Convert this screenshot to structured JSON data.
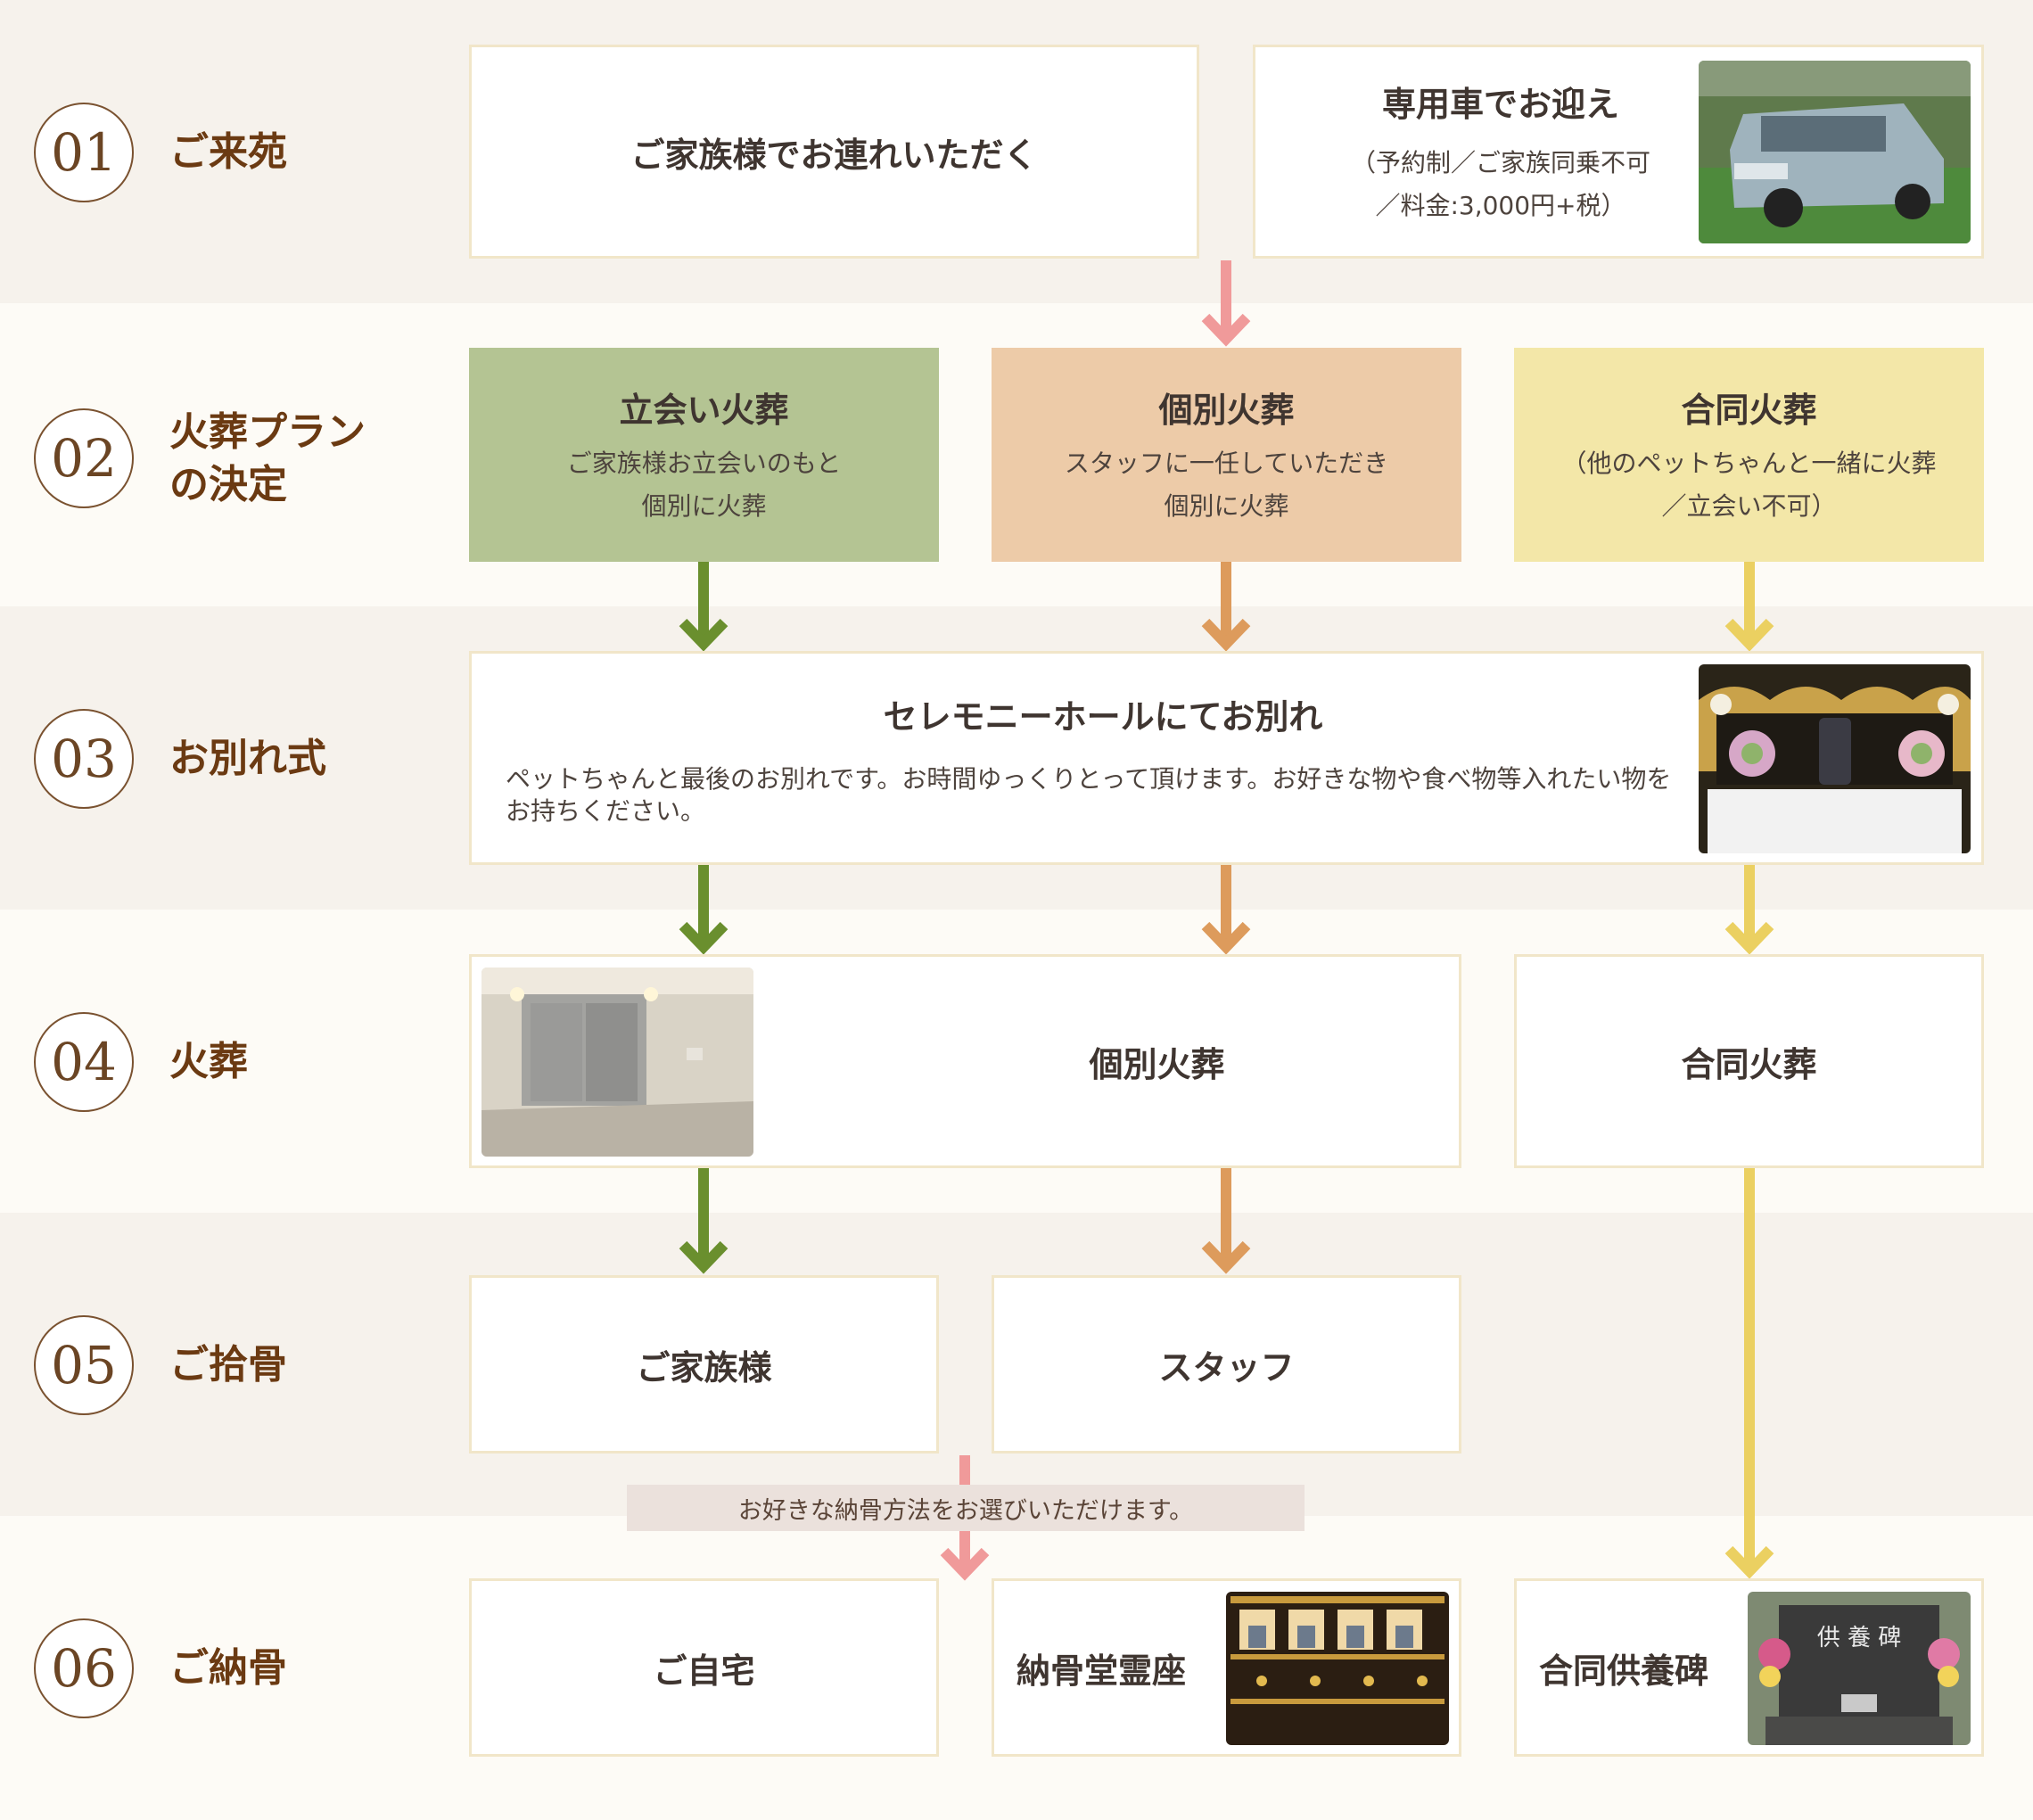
{
  "steps": [
    {
      "num": "01",
      "label": "ご来苑"
    },
    {
      "num": "02",
      "label": "火葬プラン\nの決定"
    },
    {
      "num": "03",
      "label": "お別れ式"
    },
    {
      "num": "04",
      "label": "火葬"
    },
    {
      "num": "05",
      "label": "ご拾骨"
    },
    {
      "num": "06",
      "label": "ご納骨"
    }
  ],
  "arrival": {
    "family": "ご家族様でお連れいただく",
    "pickup_title": "専用車でお迎え",
    "pickup_sub": "（予約制／ご家族同乗不可\n／料金:3,000円+税）"
  },
  "plans": [
    {
      "title": "立会い火葬",
      "sub": "ご家族様お立会いのもと\n個別に火葬",
      "color": "#b4c493"
    },
    {
      "title": "個別火葬",
      "sub": "スタッフに一任していただき\n個別に火葬",
      "color": "#edcba8"
    },
    {
      "title": "合同火葬",
      "sub": "（他のペットちゃんと一緒に火葬\n／立会い不可）",
      "color": "#f3e7a8"
    }
  ],
  "ceremony": {
    "title": "セレモニーホールにてお別れ",
    "text": "ペットちゃんと最後のお別れです。お時間ゆっくりとって頂けます。お好きな物や食べ物等入れたい物をお持ちください。"
  },
  "cremation": {
    "individual": "個別火葬",
    "group": "合同火葬"
  },
  "collection": {
    "family": "ご家族様",
    "staff": "スタッフ"
  },
  "note": "お好きな納骨方法をお選びいただけます。",
  "interment": {
    "home": "ご自宅",
    "ossuary": "納骨堂霊座",
    "memorial": "合同供養碑"
  },
  "memorial_stone_text": "供 養 碑",
  "colors": {
    "green": "#6a8f2e",
    "orange": "#dd9b5c",
    "yellow": "#ebd061",
    "pink": "#f09a9a"
  }
}
